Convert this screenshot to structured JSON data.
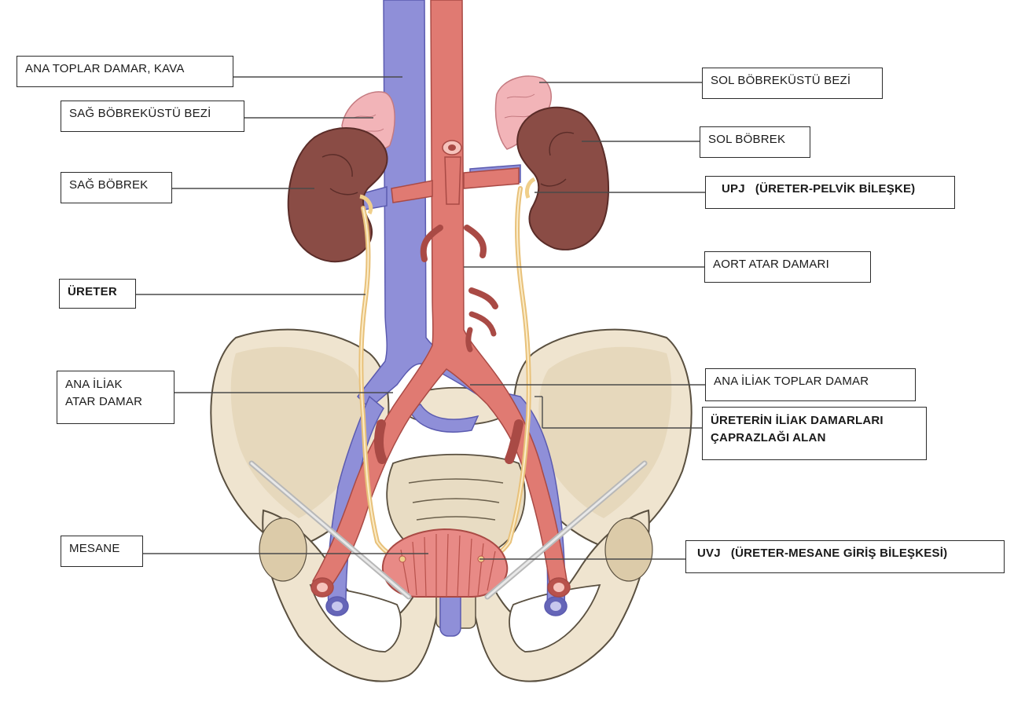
{
  "labels": {
    "vena_cava": "ANA TOPLAR DAMAR, KAVA",
    "right_adrenal": "SAĞ BÖBREKÜSTÜ BEZİ",
    "right_kidney": "SAĞ BÖBREK",
    "ureter": "ÜRETER",
    "common_iliac_artery_line1": "ANA İLİAK",
    "common_iliac_artery_line2": "ATAR DAMAR",
    "bladder": "MESANE",
    "left_adrenal": "SOL BÖBREKÜSTÜ BEZİ",
    "left_kidney": "SOL BÖBREK",
    "upj": "UPJ   (ÜRETER-PELVİK BİLEŞKE)",
    "aorta": "AORT ATAR DAMARI",
    "common_iliac_vein": "ANA İLİAK TOPLAR DAMAR",
    "iliac_crossing_line1": "ÜRETERİN İLİAK DAMARLARI",
    "iliac_crossing_line2": "ÇAPRAZLAĞI ALAN",
    "uvj": "UVJ   (ÜRETER-MESANE GİRİŞ BİLEŞKESİ)"
  },
  "colors": {
    "artery": "#e07a72",
    "artery_dark": "#b8524c",
    "vein": "#8f8fd8",
    "vein_dark": "#6565b8",
    "kidney": "#8a4c45",
    "kidney_light": "#b27068",
    "adrenal": "#f2b4b8",
    "ureter": "#f0cf8a",
    "bone": "#efe4cf",
    "bone_shadow": "#d9c9ab",
    "bladder": "#e88a86",
    "leader": "#4a4a4a"
  }
}
